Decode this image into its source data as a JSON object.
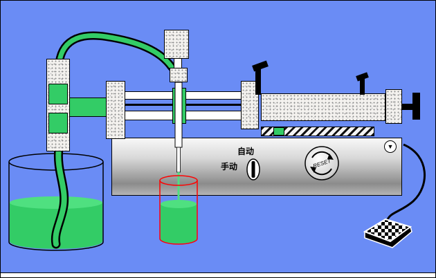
{
  "controls": {
    "mode_switch": {
      "auto_label": "自动",
      "manual_label": "手动"
    },
    "reset_knob": {
      "label": "RESET"
    },
    "eject_button": {
      "glyph": "▼"
    }
  },
  "colors": {
    "background": "#6a8cf5",
    "liquid_green": "#33cc66",
    "liquid_green_light": "#4fe080",
    "bottle_outline": "#ff0000",
    "machine_body_light": "#f8f8f8",
    "machine_body_dark": "#8c8c8c"
  }
}
